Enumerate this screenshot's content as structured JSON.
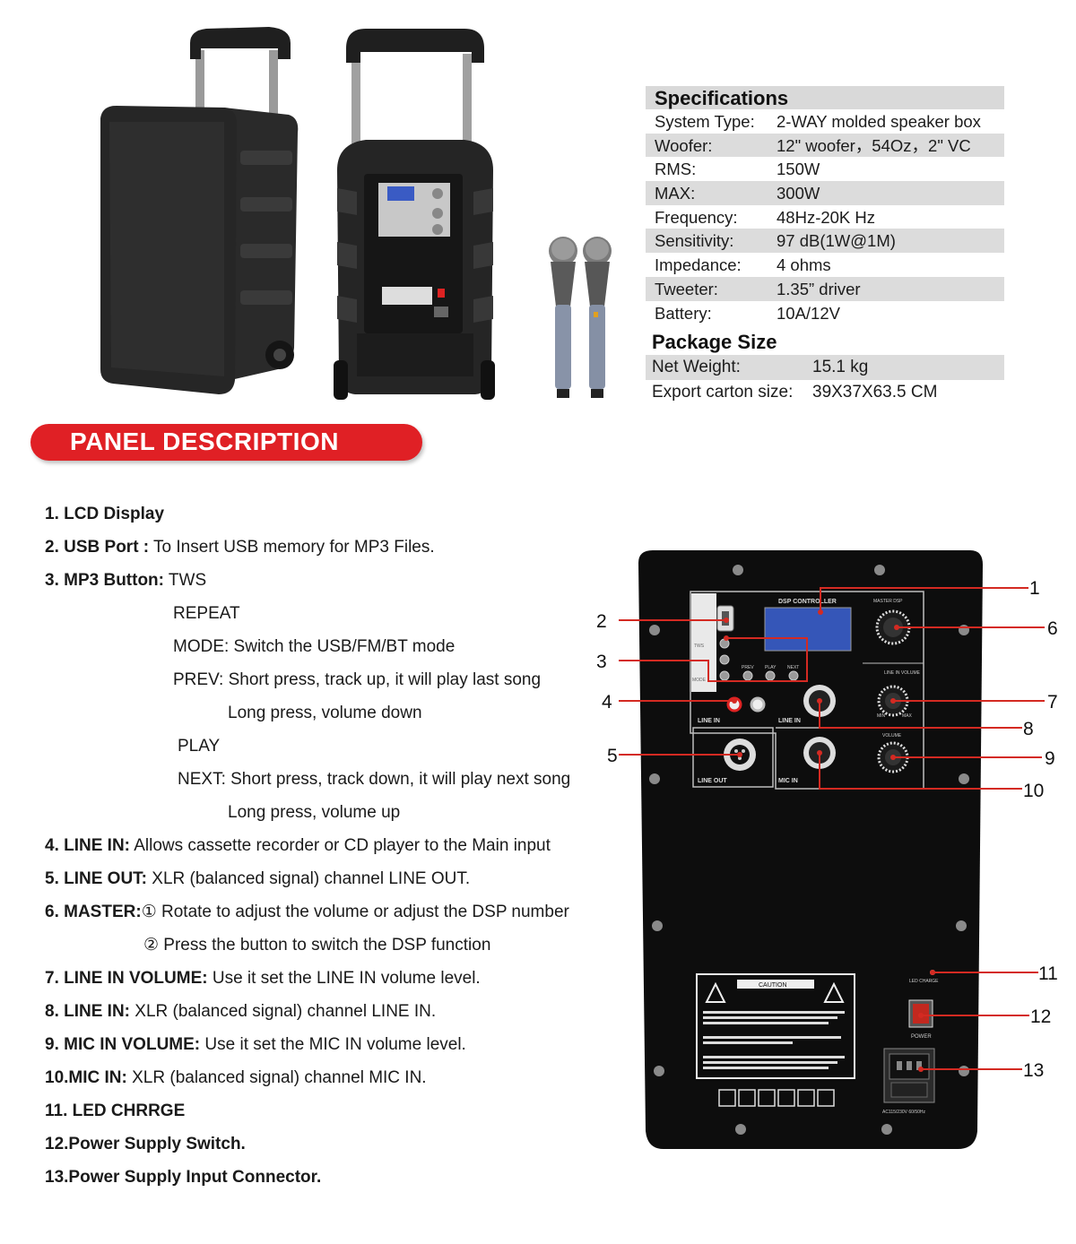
{
  "specifications": {
    "title": "Specifications",
    "rows": [
      {
        "label": "System Type:",
        "value": "2-WAY molded speaker box"
      },
      {
        "label": "Woofer:",
        "value": "12\" woofer，54Oz，2\" VC"
      },
      {
        "label": "RMS:",
        "value": "150W"
      },
      {
        "label": "MAX:",
        "value": "300W"
      },
      {
        "label": "Frequency:",
        "value": "48Hz-20K Hz"
      },
      {
        "label": "Sensitivity:",
        "value": "97 dB(1W@1M)"
      },
      {
        "label": "Impedance:",
        "value": "4 ohms"
      },
      {
        "label": "Tweeter:",
        "value": "1.35” driver"
      },
      {
        "label": "Battery:",
        "value": "10A/12V"
      }
    ]
  },
  "package": {
    "title": "Package Size",
    "rows": [
      {
        "label": "Net Weight:",
        "value": "15.1 kg"
      },
      {
        "label": "Export carton size:",
        "value": "39X37X63.5 CM"
      }
    ]
  },
  "banner": "PANEL DESCRIPTION",
  "description": [
    {
      "bold": "1. LCD Display",
      "text": ""
    },
    {
      "bold": "2. USB Port :",
      "text": " To Insert USB memory for MP3 Files."
    },
    {
      "bold": "3. MP3 Button:",
      "text": " TWS"
    },
    {
      "bold": "",
      "text": "REPEAT"
    },
    {
      "bold": "",
      "text": "MODE: Switch the USB/FM/BT mode"
    },
    {
      "bold": "",
      "text": "PREV:  Short press, track up, it will play last song"
    },
    {
      "bold": "",
      "text": "Long press, volume down"
    },
    {
      "bold": "",
      "text": "PLAY"
    },
    {
      "bold": "",
      "text": "NEXT: Short press, track down, it will play next song"
    },
    {
      "bold": "",
      "text": "Long press, volume up"
    },
    {
      "bold": "4. LINE IN:",
      "text": " Allows cassette recorder or CD player to the Main input"
    },
    {
      "bold": "5. LINE OUT:",
      "text": " XLR (balanced signal) channel LINE OUT."
    },
    {
      "bold": "6. MASTER:",
      "text": "① Rotate to adjust the volume or adjust the DSP number"
    },
    {
      "bold": "",
      "text": "② Press the button to switch the DSP function"
    },
    {
      "bold": "7. LINE IN VOLUME:",
      "text": " Use it set the LINE IN  volume level."
    },
    {
      "bold": "8. LINE IN:",
      "text": " XLR (balanced signal) channel LINE IN."
    },
    {
      "bold": "9. MIC IN VOLUME:",
      "text": " Use it set the MIC IN  volume level."
    },
    {
      "bold": "10.MIC IN:",
      "text": " XLR (balanced signal) channel MIC IN."
    },
    {
      "bold": "11. LED  CHRRGE",
      "text": ""
    },
    {
      "bold": "12.Power Supply Switch.",
      "text": ""
    },
    {
      "bold": "13.Power Supply Input Connector.",
      "text": ""
    }
  ],
  "panel_labels": {
    "dsp_controller": "DSP CONTROLLER",
    "master_dsp": "MASTER DSP",
    "line_in_volume": "LINE IN VOLUME",
    "mic_volume": "VOLUME",
    "line_in_rca": "LINE IN",
    "line_in_xlr": "LINE IN",
    "line_out": "LINE OUT",
    "mic_in": "MIC IN",
    "min": "MIN",
    "max": "MAX",
    "tws": "TWS",
    "mode": "MODE",
    "prev": "PREV",
    "play": "PLAY",
    "next": "NEXT",
    "caution": "CAUTION",
    "led_charge": "LED CHARGE",
    "power": "POWER",
    "ac_rating": "AC115/230V  60/50Hz"
  },
  "callouts": [
    "1",
    "2",
    "3",
    "4",
    "5",
    "6",
    "7",
    "8",
    "9",
    "10",
    "11",
    "12",
    "13"
  ]
}
